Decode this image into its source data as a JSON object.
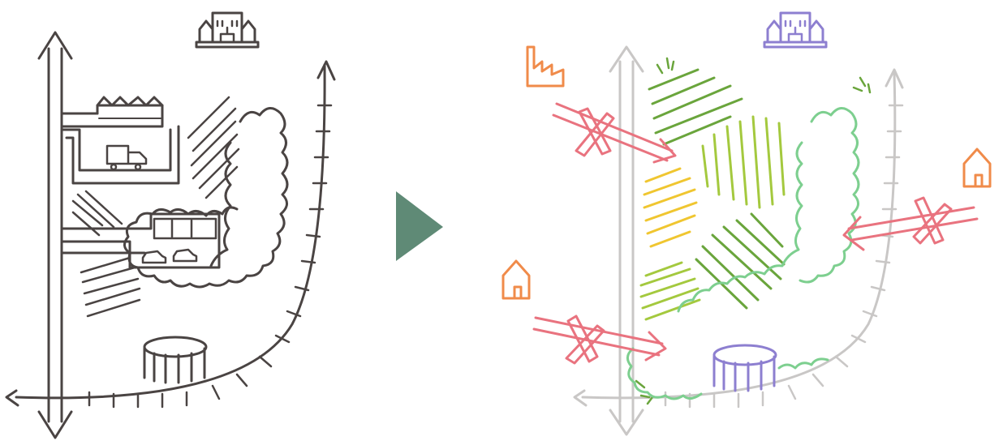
{
  "diagram": {
    "before_panel": {
      "items": [
        "vertical-road-arrow",
        "curved-road-arrow",
        "chateau-icon",
        "factory-icon",
        "truck-icon",
        "parking-building-icon",
        "car-icon",
        "car-icon",
        "hatched-green-areas",
        "wooded-hedge",
        "bandstand-icon"
      ]
    },
    "transition_arrow": {
      "color": "#5f8a76",
      "shape": "right-triangle"
    },
    "after_panel": {
      "items": [
        "faded-vertical-road",
        "faded-curved-road",
        "chateau-icon",
        "factory-icon",
        "house-icon",
        "house-icon",
        "blocked-access-arrows",
        "hatched-green-zones",
        "hatched-yellow-zone",
        "wooded-hedge",
        "bandstand-icon"
      ]
    }
  },
  "colors": {
    "ink_dark": "#4a4443",
    "ink_faded": "#c9c7c6",
    "accent_green_dark": "#6aa53c",
    "accent_green_light": "#a4c93e",
    "accent_yellow": "#f0c630",
    "hedge_green": "#7dcf8f",
    "building_purple": "#8d7fd0",
    "house_orange": "#f08b4a",
    "barrier_red": "#e9737f",
    "transition_arrow": "#5f8a76"
  }
}
